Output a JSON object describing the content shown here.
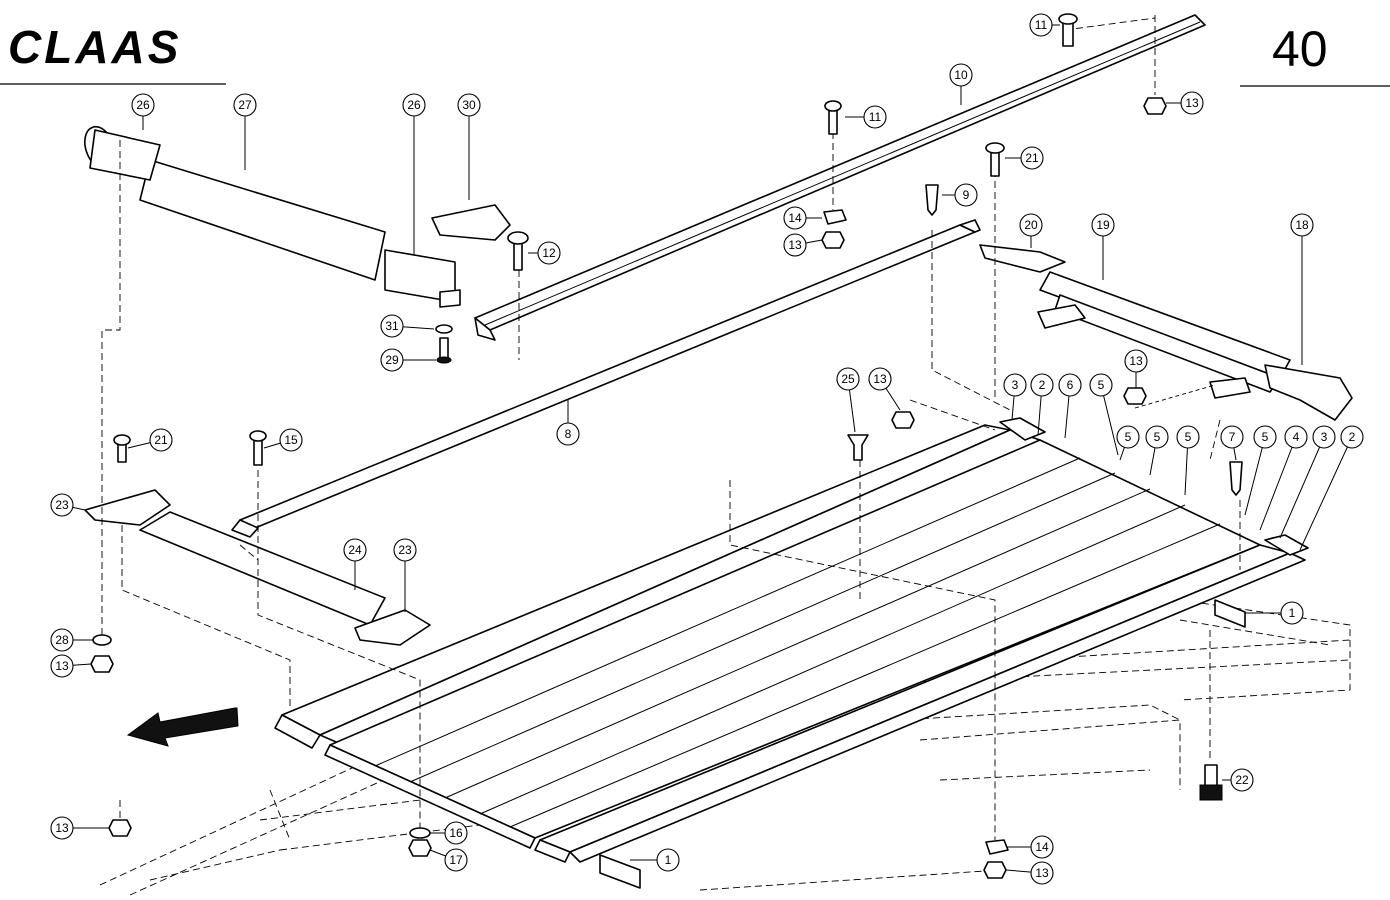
{
  "header": {
    "brand_logo": "CLAAS",
    "page_number": "40"
  },
  "colors": {
    "ink": "#000000",
    "paper": "#ffffff"
  },
  "direction_indicator": "arrow-left-down-icon",
  "callouts": [
    {
      "id": "c-11-top",
      "label": "11"
    },
    {
      "id": "c-13-top",
      "label": "13"
    },
    {
      "id": "c-10",
      "label": "10"
    },
    {
      "id": "c-26-left",
      "label": "26"
    },
    {
      "id": "c-27",
      "label": "27"
    },
    {
      "id": "c-26-right",
      "label": "26"
    },
    {
      "id": "c-30",
      "label": "30"
    },
    {
      "id": "c-11-mid",
      "label": "11"
    },
    {
      "id": "c-21-top",
      "label": "21"
    },
    {
      "id": "c-9",
      "label": "9"
    },
    {
      "id": "c-14-mid",
      "label": "14"
    },
    {
      "id": "c-13-mid",
      "label": "13"
    },
    {
      "id": "c-12",
      "label": "12"
    },
    {
      "id": "c-20",
      "label": "20"
    },
    {
      "id": "c-19",
      "label": "19"
    },
    {
      "id": "c-18",
      "label": "18"
    },
    {
      "id": "c-31",
      "label": "31"
    },
    {
      "id": "c-29",
      "label": "29"
    },
    {
      "id": "c-13-right",
      "label": "13"
    },
    {
      "id": "c-25",
      "label": "25"
    },
    {
      "id": "c-13-center",
      "label": "13"
    },
    {
      "id": "c-3-a",
      "label": "3"
    },
    {
      "id": "c-2-a",
      "label": "2"
    },
    {
      "id": "c-6",
      "label": "6"
    },
    {
      "id": "c-5-a",
      "label": "5"
    },
    {
      "id": "c-5-b",
      "label": "5"
    },
    {
      "id": "c-5-c",
      "label": "5"
    },
    {
      "id": "c-5-d",
      "label": "5"
    },
    {
      "id": "c-7",
      "label": "7"
    },
    {
      "id": "c-5-e",
      "label": "5"
    },
    {
      "id": "c-4",
      "label": "4"
    },
    {
      "id": "c-3-b",
      "label": "3"
    },
    {
      "id": "c-2-b",
      "label": "2"
    },
    {
      "id": "c-8",
      "label": "8"
    },
    {
      "id": "c-21-left",
      "label": "21"
    },
    {
      "id": "c-15",
      "label": "15"
    },
    {
      "id": "c-23-left",
      "label": "23"
    },
    {
      "id": "c-24",
      "label": "24"
    },
    {
      "id": "c-23-right",
      "label": "23"
    },
    {
      "id": "c-1-right",
      "label": "1"
    },
    {
      "id": "c-28",
      "label": "28"
    },
    {
      "id": "c-13-left",
      "label": "13"
    },
    {
      "id": "c-22",
      "label": "22"
    },
    {
      "id": "c-13-bottom-left",
      "label": "13"
    },
    {
      "id": "c-16",
      "label": "16"
    },
    {
      "id": "c-17",
      "label": "17"
    },
    {
      "id": "c-1-bottom",
      "label": "1"
    },
    {
      "id": "c-14-bottom",
      "label": "14"
    },
    {
      "id": "c-13-bottom",
      "label": "13"
    }
  ]
}
